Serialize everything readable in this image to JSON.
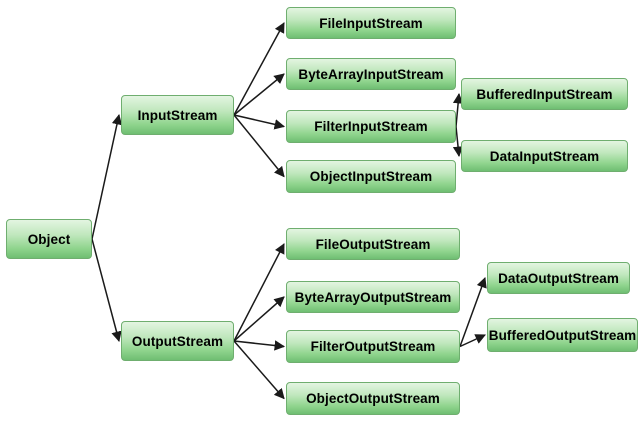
{
  "diagram": {
    "nodes": {
      "object": {
        "label": "Object"
      },
      "inputstream": {
        "label": "InputStream"
      },
      "outputstream": {
        "label": "OutputStream"
      },
      "fileinput": {
        "label": "FileInputStream"
      },
      "bytearrayinput": {
        "label": "ByteArrayInputStream"
      },
      "filterinput": {
        "label": "FilterInputStream"
      },
      "objectinput": {
        "label": "ObjectInputStream"
      },
      "bufferedinput": {
        "label": "BufferedInputStream"
      },
      "datainput": {
        "label": "DataInputStream"
      },
      "fileoutput": {
        "label": "FileOutputStream"
      },
      "bytearrayoutput": {
        "label": "ByteArrayOutputStream"
      },
      "filteroutput": {
        "label": "FilterOutputStream"
      },
      "objectoutput": {
        "label": "ObjectOutputStream"
      },
      "dataoutput": {
        "label": "DataOutputStream"
      },
      "bufferedoutput": {
        "label": "BufferedOutputStream"
      }
    },
    "edges": [
      [
        "object",
        "inputstream"
      ],
      [
        "object",
        "outputstream"
      ],
      [
        "inputstream",
        "fileinput"
      ],
      [
        "inputstream",
        "bytearrayinput"
      ],
      [
        "inputstream",
        "filterinput"
      ],
      [
        "inputstream",
        "objectinput"
      ],
      [
        "filterinput",
        "bufferedinput"
      ],
      [
        "filterinput",
        "datainput"
      ],
      [
        "outputstream",
        "fileoutput"
      ],
      [
        "outputstream",
        "bytearrayoutput"
      ],
      [
        "outputstream",
        "filteroutput"
      ],
      [
        "outputstream",
        "objectoutput"
      ],
      [
        "filteroutput",
        "dataoutput"
      ],
      [
        "filteroutput",
        "bufferedoutput"
      ]
    ],
    "colors": {
      "box_gradient_top": "#e3f5e1",
      "box_gradient_bottom": "#6fbe72",
      "box_border": "#6fae6f",
      "arrow": "#1a1a1a",
      "background": "#ffffff"
    }
  }
}
